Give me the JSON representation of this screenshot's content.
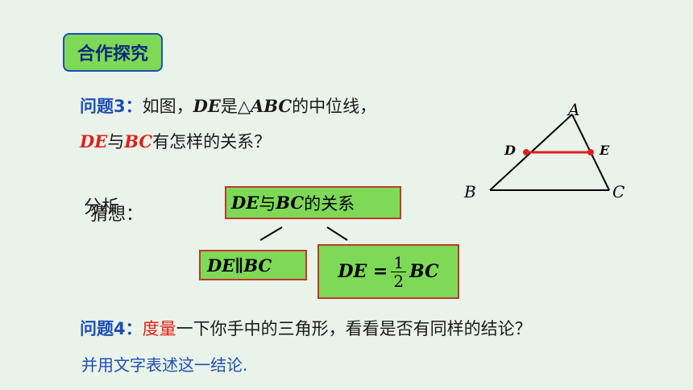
{
  "header": {
    "tag_label": "合作探究"
  },
  "question3": {
    "label": "问题3：",
    "line1_text_a": "如图，",
    "line1_seg": "DE",
    "line1_text_b": "是△",
    "line1_tri": "ABC",
    "line1_text_c": "的中位线，",
    "line2_seg1": "DE",
    "line2_mid": "与",
    "line2_seg2": "BC",
    "line2_tail": "有怎样的关系？"
  },
  "figure": {
    "points": {
      "A": "A",
      "B": "B",
      "C": "C",
      "D": "D",
      "E": "E"
    },
    "colors": {
      "triangle": "#000000",
      "midline": "#e0201c"
    }
  },
  "analysis": {
    "analysis_label": "分析",
    "guess_label": "猜想：",
    "top_box_a": "DE",
    "top_box_mid": "与",
    "top_box_b": "BC",
    "top_box_tail": "的关系",
    "left_box": "DE∥BC",
    "right_box_left": "DE =",
    "right_box_num": "1",
    "right_box_den": "2",
    "right_box_right": "BC"
  },
  "question4": {
    "label": "问题4：",
    "highlight": "度量",
    "text": "一下你手中的三角形，看看是否有同样的结论？",
    "line2": "并用文字表述这一结论."
  }
}
